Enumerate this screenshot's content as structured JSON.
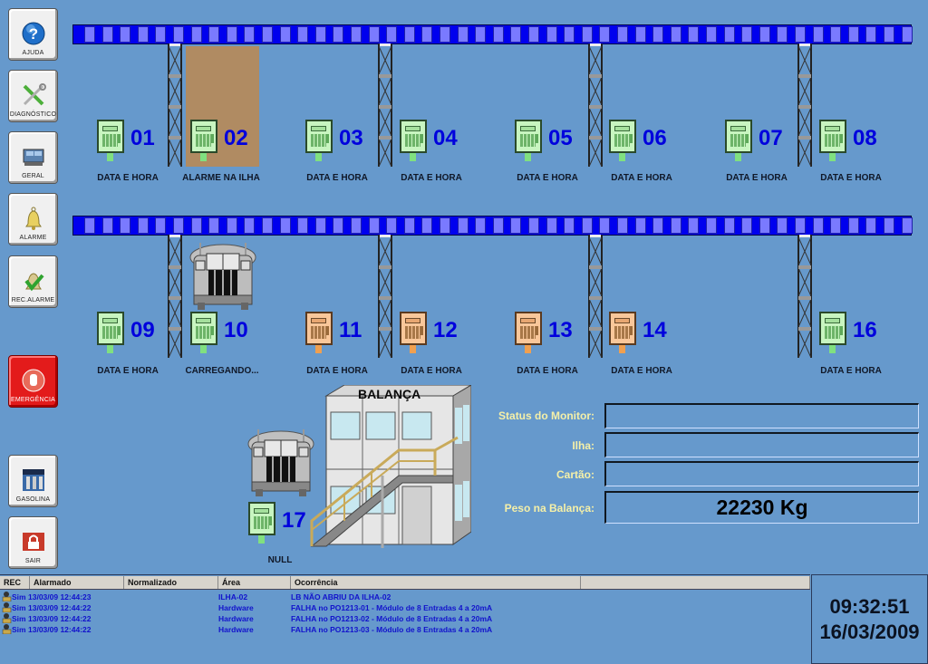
{
  "sidebar": {
    "buttons": [
      {
        "label": "AJUDA",
        "icon": "help-icon"
      },
      {
        "label": "DIAGNÓSTICO",
        "icon": "tools-icon"
      },
      {
        "label": "GERAL",
        "icon": "truck-overview-icon"
      },
      {
        "label": "ALARME",
        "icon": "bell-icon"
      },
      {
        "label": "REC.ALARME",
        "icon": "bell-acknowledge-icon"
      },
      {
        "label": "EMERGÊNCIA",
        "icon": "stop-hand-icon"
      },
      {
        "label": "GASOLINA",
        "icon": "gas-station-icon"
      },
      {
        "label": "SAIR",
        "icon": "lock-icon"
      }
    ]
  },
  "islands": {
    "row1": [
      {
        "number": "01",
        "status": "DATA E HORA",
        "color": "green"
      },
      {
        "number": "02",
        "status": "ALARME NA ILHA",
        "color": "green"
      },
      {
        "number": "03",
        "status": "DATA E HORA",
        "color": "green"
      },
      {
        "number": "04",
        "status": "DATA E HORA",
        "color": "green"
      },
      {
        "number": "05",
        "status": "DATA E HORA",
        "color": "green"
      },
      {
        "number": "06",
        "status": "DATA E HORA",
        "color": "green"
      },
      {
        "number": "07",
        "status": "DATA E HORA",
        "color": "green"
      },
      {
        "number": "08",
        "status": "DATA E HORA",
        "color": "green"
      }
    ],
    "row2": [
      {
        "number": "09",
        "status": "DATA E HORA",
        "color": "green"
      },
      {
        "number": "10",
        "status": "CARREGANDO...",
        "color": "green"
      },
      {
        "number": "11",
        "status": "DATA E HORA",
        "color": "orange"
      },
      {
        "number": "12",
        "status": "DATA E HORA",
        "color": "orange"
      },
      {
        "number": "13",
        "status": "DATA E HORA",
        "color": "orange"
      },
      {
        "number": "14",
        "status": "DATA E HORA",
        "color": "orange"
      },
      {
        "number": "16",
        "status": "DATA E HORA",
        "color": "green"
      }
    ],
    "scale": {
      "number": "17",
      "status": "NULL",
      "color": "green"
    }
  },
  "scale_building": {
    "title": "BALANÇA"
  },
  "info_panel": {
    "status_label": "Status do Monitor:",
    "status_value": "",
    "ilha_label": "Ilha:",
    "ilha_value": "",
    "cartao_label": "Cartão:",
    "cartao_value": "",
    "peso_label": "Peso na Balança:",
    "peso_value": "22230 Kg"
  },
  "alarm_table": {
    "columns": [
      "REC",
      "Alarmado",
      "Normalizado",
      "Área",
      "Ocorrência"
    ],
    "rows": [
      {
        "rec": "Sim",
        "alarmado": "13/03/09 12:44:23",
        "normalizado": "",
        "area": "ILHA-02",
        "ocorrencia": "LB NÃO ABRIU DA ILHA-02"
      },
      {
        "rec": "Sim",
        "alarmado": "13/03/09 12:44:22",
        "normalizado": "",
        "area": "Hardware",
        "ocorrencia": "FALHA no PO1213-01 - Módulo de 8 Entradas 4 a 20mA"
      },
      {
        "rec": "Sim",
        "alarmado": "13/03/09 12:44:22",
        "normalizado": "",
        "area": "Hardware",
        "ocorrencia": "FALHA no PO1213-02 - Módulo de 8 Entradas 4 a 20mA"
      },
      {
        "rec": "Sim",
        "alarmado": "13/03/09 12:44:22",
        "normalizado": "",
        "area": "Hardware",
        "ocorrencia": "FALHA no PO1213-03 - Módulo de 8 Entradas 4 a 20mA"
      }
    ]
  },
  "clock": {
    "time": "09:32:51",
    "date": "16/03/2009"
  },
  "colors": {
    "background": "#6699cc",
    "rail": "#0000ee",
    "island_number": "#0000dd",
    "label_yellow": "#f5f0a8",
    "alarm_text": "#1212cc"
  }
}
